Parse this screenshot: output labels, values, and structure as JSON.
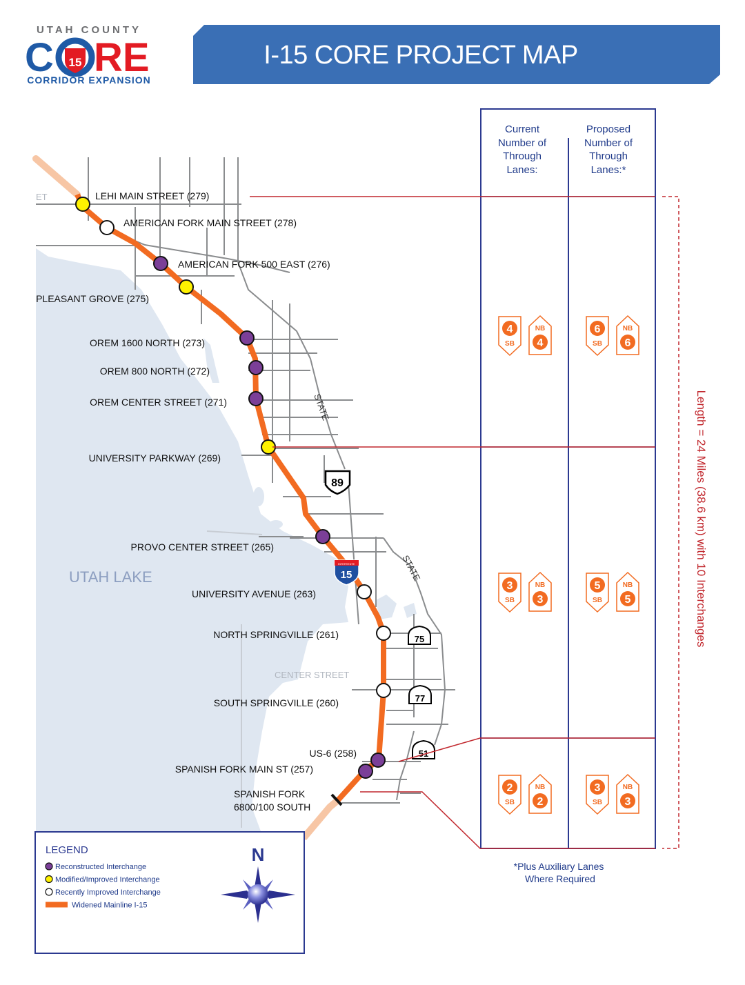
{
  "logo": {
    "top": "UTAH COUNTY",
    "word_c": "C",
    "word_shield": "15",
    "word_re": "RE",
    "sub": "CORRIDOR EXPANSION"
  },
  "banner": {
    "title": "I-15 CORE PROJECT MAP"
  },
  "table": {
    "col_current": [
      "Current",
      "Number of",
      "Through",
      "Lanes:"
    ],
    "col_proposed": [
      "Proposed",
      "Number of",
      "Through",
      "Lanes:*"
    ],
    "sections": [
      {
        "current_sb": "4",
        "current_nb": "4",
        "proposed_sb": "6",
        "proposed_nb": "6"
      },
      {
        "current_sb": "3",
        "current_nb": "3",
        "proposed_sb": "5",
        "proposed_nb": "5"
      },
      {
        "current_sb": "2",
        "current_nb": "2",
        "proposed_sb": "3",
        "proposed_nb": "3"
      }
    ],
    "sb_label": "SB",
    "nb_label": "NB",
    "footnote": [
      "*Plus Auxiliary Lanes",
      "Where Required"
    ]
  },
  "length_label": "Length = 24 Miles (38.6 km) with 10 Interchanges",
  "interchanges": [
    {
      "label": "LEHI MAIN STREET (279)",
      "type": "modified"
    },
    {
      "label": "AMERICAN FORK MAIN STREET (278)",
      "type": "recent"
    },
    {
      "label": "AMERICAN FORK 500 EAST (276)",
      "type": "reconstructed"
    },
    {
      "label": "PLEASANT GROVE (275)",
      "type": "modified"
    },
    {
      "label": "OREM 1600 NORTH (273)",
      "type": "reconstructed"
    },
    {
      "label": "OREM 800 NORTH (272)",
      "type": "reconstructed"
    },
    {
      "label": "OREM CENTER STREET (271)",
      "type": "reconstructed"
    },
    {
      "label": "UNIVERSITY PARKWAY (269)",
      "type": "modified"
    },
    {
      "label": "PROVO CENTER STREET (265)",
      "type": "reconstructed"
    },
    {
      "label": "UNIVERSITY AVENUE (263)",
      "type": "recent"
    },
    {
      "label": "NORTH SPRINGVILLE (261)",
      "type": "recent"
    },
    {
      "label": "SOUTH SPRINGVILLE (260)",
      "type": "recent"
    },
    {
      "label": "US-6 (258)",
      "type": "reconstructed"
    },
    {
      "label": "SPANISH FORK MAIN ST (257)",
      "type": "reconstructed"
    }
  ],
  "spanish_fork_label": [
    "SPANISH FORK",
    "6800/100 SOUTH"
  ],
  "map_labels": {
    "lake": "UTAH LAKE",
    "state1": "STATE",
    "state2": "STATE",
    "center_street": "CENTER STREET",
    "et": "ET"
  },
  "shields": {
    "us89": "89",
    "i15": "15",
    "i15_top": "INTERSTATE",
    "sr75": "75",
    "sr77": "77",
    "sr51": "51"
  },
  "legend": {
    "title": "LEGEND",
    "items": [
      {
        "label": "Reconstructed Interchange",
        "color": "#7b3f98"
      },
      {
        "label": "Modified/Improved Interchange",
        "color": "#fff200"
      },
      {
        "label": "Recently Improved Interchange",
        "color": "#ffffff"
      },
      {
        "label": "Widened Mainline I-15",
        "color": "#f26b21"
      }
    ],
    "north": "N"
  },
  "colors": {
    "banner": "#3a6fb5",
    "route": "#f26b21",
    "lake": "#dfe7f1",
    "table_border": "#2b3990",
    "red_line": "#c1272d",
    "logo_blue": "#1f5aa6",
    "logo_red": "#e31b23"
  }
}
